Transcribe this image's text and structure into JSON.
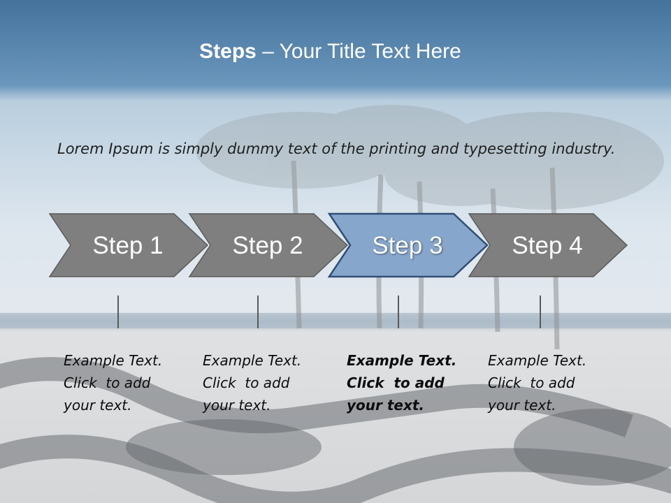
{
  "title": {
    "bold": "Steps",
    "rest": " – Your Title Text Here"
  },
  "lead": "Lorem Ipsum is simply dummy text of the printing and typesetting industry.",
  "steps": [
    {
      "label": "Step 1",
      "lines": [
        "Example Text.",
        "Click  to add",
        "your text."
      ],
      "active": false
    },
    {
      "label": "Step 2",
      "lines": [
        "Example Text.",
        "Click  to add",
        "your text."
      ],
      "active": false
    },
    {
      "label": "Step 3",
      "lines": [
        "Example Text.",
        "Click  to add",
        "your text."
      ],
      "active": true
    },
    {
      "label": "Step 4",
      "lines": [
        "Example Text.",
        "Click  to add",
        "your text."
      ],
      "active": false
    }
  ],
  "colors": {
    "chevron_fill": "#7f7f7f",
    "chevron_stroke": "#5a5a5a",
    "active_fill": "#86a6cc",
    "active_stroke": "#2f4f77",
    "title_band": "#4f7fa8"
  }
}
